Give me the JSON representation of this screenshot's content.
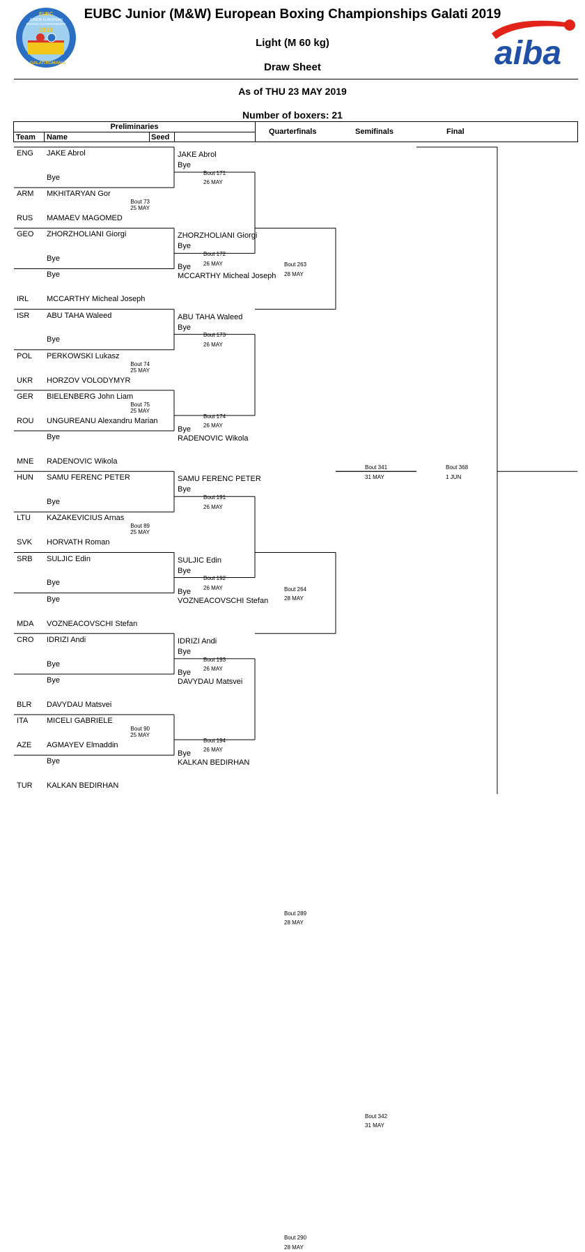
{
  "header": {
    "title": "EUBC Junior (M&W) European Boxing Championships Galati 2019",
    "weight_class": "Light (M 60 kg)",
    "sheet_type": "Draw Sheet",
    "as_of": "As of THU 23 MAY 2019",
    "boxers_count": "Number of boxers: 21"
  },
  "logos": {
    "event_logo_lines": [
      "EUBC",
      "JUNIOR EUROPEAN",
      "BOXING CHAMPIONSHIPS",
      "2019",
      "GALATI",
      "ROMANIA"
    ],
    "aiba_logo_text": "aiba",
    "colors": {
      "aiba_blue": "#1f4fa6",
      "aiba_red": "#e2231a",
      "event_blue": "#2a6fc4",
      "event_yellow": "#f3c61a"
    }
  },
  "columns": {
    "preliminaries": "Preliminaries",
    "team": "Team",
    "name": "Name",
    "seed": "Seed",
    "quarterfinals": "Quarterfinals",
    "semifinals": "Semifinals",
    "final": "Final"
  },
  "entries": [
    {
      "team": "ENG",
      "name": "JAKE Abrol"
    },
    {
      "team": "",
      "name": "Bye"
    },
    {
      "team": "ARM",
      "name": "MKHITARYAN Gor"
    },
    {
      "team": "RUS",
      "name": "MAMAEV MAGOMED"
    },
    {
      "team": "GEO",
      "name": "ZHORZHOLIANI Giorgi"
    },
    {
      "team": "",
      "name": "Bye"
    },
    {
      "team": "",
      "name": "Bye"
    },
    {
      "team": "IRL",
      "name": "MCCARTHY Micheal Joseph"
    },
    {
      "team": "ISR",
      "name": "ABU TAHA Waleed"
    },
    {
      "team": "",
      "name": "Bye"
    },
    {
      "team": "POL",
      "name": "PERKOWSKI Lukasz"
    },
    {
      "team": "UKR",
      "name": "HORZOV VOLODYMYR"
    },
    {
      "team": "GER",
      "name": "BIELENBERG John Liam"
    },
    {
      "team": "ROU",
      "name": "UNGUREANU Alexandru Marian"
    },
    {
      "team": "",
      "name": "Bye"
    },
    {
      "team": "MNE",
      "name": "RADENOVIC Wikola"
    },
    {
      "team": "HUN",
      "name": "SAMU FERENC PETER"
    },
    {
      "team": "",
      "name": "Bye"
    },
    {
      "team": "LTU",
      "name": "KAZAKEVICIUS Arnas"
    },
    {
      "team": "SVK",
      "name": "HORVATH Roman"
    },
    {
      "team": "SRB",
      "name": "SULJIC Edin"
    },
    {
      "team": "",
      "name": "Bye"
    },
    {
      "team": "",
      "name": "Bye"
    },
    {
      "team": "MDA",
      "name": "VOZNEACOVSCHI Stefan"
    },
    {
      "team": "CRO",
      "name": "IDRIZI Andi"
    },
    {
      "team": "",
      "name": "Bye"
    },
    {
      "team": "",
      "name": "Bye"
    },
    {
      "team": "BLR",
      "name": "DAVYDAU Matsvei"
    },
    {
      "team": "ITA",
      "name": "MICELI GABRIELE"
    },
    {
      "team": "AZE",
      "name": "AGMAYEV Elmaddin"
    },
    {
      "team": "",
      "name": "Bye"
    },
    {
      "team": "TUR",
      "name": "KALKAN BEDIRHAN"
    }
  ],
  "prelim_bouts": [
    {
      "bout": "Bout 73",
      "date": "25 MAY"
    },
    {
      "bout": "Bout 74",
      "date": "25 MAY"
    },
    {
      "bout": "Bout 75",
      "date": "25 MAY"
    },
    {
      "bout": "Bout 89",
      "date": "25 MAY"
    },
    {
      "bout": "Bout 90",
      "date": "25 MAY"
    }
  ],
  "second_round": [
    {
      "top": "JAKE Abrol",
      "top_sub": "Bye",
      "bottom": "",
      "bottom_sub": "",
      "bout": "Bout 171",
      "date": "26 MAY"
    },
    {
      "top": "ZHORZHOLIANI Giorgi",
      "top_sub": "Bye",
      "bottom": "MCCARTHY Micheal Joseph",
      "bottom_sub": "Bye",
      "bout": "Bout 172",
      "date": "26 MAY"
    },
    {
      "top": "ABU TAHA Waleed",
      "top_sub": "Bye",
      "bottom": "",
      "bottom_sub": "",
      "bout": "Bout 173",
      "date": "26 MAY"
    },
    {
      "top": "",
      "top_sub": "",
      "bottom": "RADENOVIC Wikola",
      "bottom_sub": "Bye",
      "bout": "Bout 174",
      "date": "26 MAY"
    },
    {
      "top": "SAMU FERENC PETER",
      "top_sub": "Bye",
      "bottom": "",
      "bottom_sub": "",
      "bout": "Bout 191",
      "date": "26 MAY"
    },
    {
      "top": "SULJIC Edin",
      "top_sub": "Bye",
      "bottom": "VOZNEACOVSCHI Stefan",
      "bottom_sub": "Bye",
      "bout": "Bout 192",
      "date": "26 MAY"
    },
    {
      "top": "IDRIZI Andi",
      "top_sub": "Bye",
      "bottom": "DAVYDAU Matsvei",
      "bottom_sub": "Bye",
      "bout": "Bout 193",
      "date": "26 MAY"
    },
    {
      "top": "",
      "top_sub": "",
      "bottom": "KALKAN BEDIRHAN",
      "bottom_sub": "Bye",
      "bout": "Bout 194",
      "date": "26 MAY"
    }
  ],
  "quarterfinal_bouts": [
    {
      "bout": "Bout 263",
      "date": "28 MAY"
    },
    {
      "bout": "Bout 264",
      "date": "28 MAY"
    },
    {
      "bout": "Bout 289",
      "date": "28 MAY"
    },
    {
      "bout": "Bout 290",
      "date": "28 MAY"
    }
  ],
  "semifinal_bouts": [
    {
      "bout": "Bout 341",
      "date": "31 MAY"
    },
    {
      "bout": "Bout 342",
      "date": "31 MAY"
    }
  ],
  "final_bout": {
    "bout": "Bout 368",
    "date": "1 JUN"
  }
}
